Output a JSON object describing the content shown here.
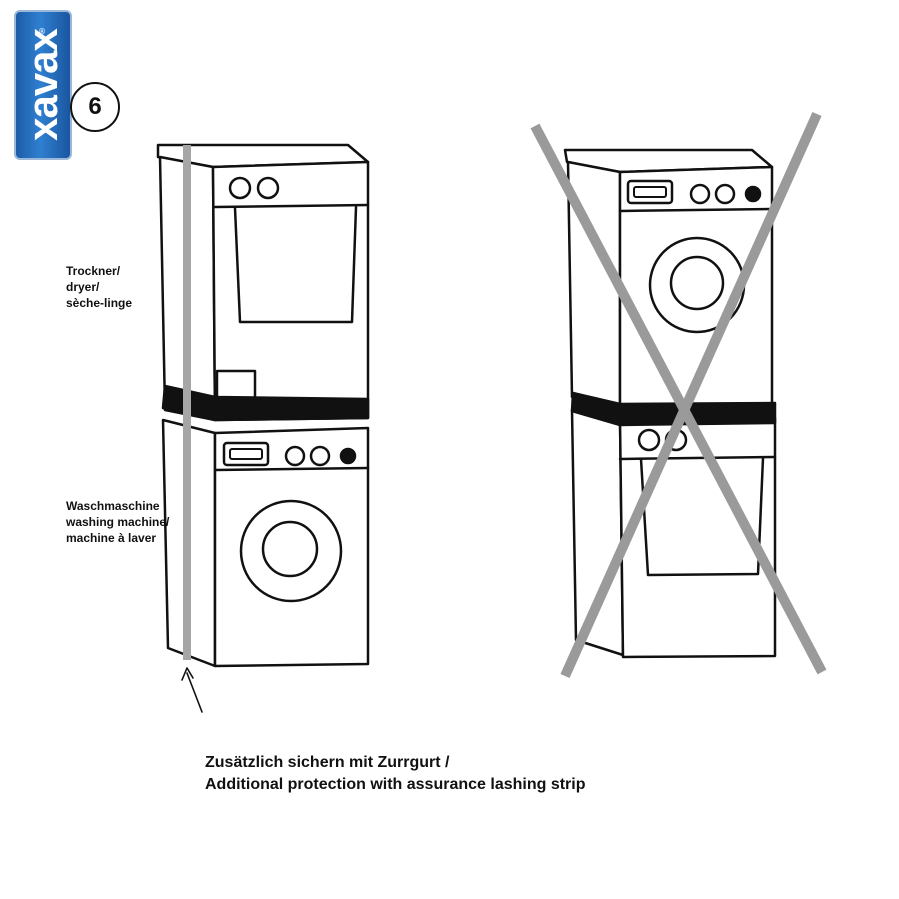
{
  "brand": {
    "logo_text": "xavax",
    "registered_mark": "®",
    "color": "#2a72c2"
  },
  "step": {
    "number": "6"
  },
  "labels": {
    "dryer": [
      "Trockner/",
      "dryer/",
      "sèche-linge"
    ],
    "washer": [
      "Waschmaschine",
      "washing machine/",
      "machine à laver"
    ]
  },
  "caption": {
    "line1": "Zusätzlich sichern mit Zurrgurt /",
    "line2": "Additional protection with assurance lashing strip"
  },
  "colors": {
    "line": "#111111",
    "strap": "#111111",
    "lashing_strip": "#a6a6a6",
    "cross": "#9a9a9a"
  }
}
